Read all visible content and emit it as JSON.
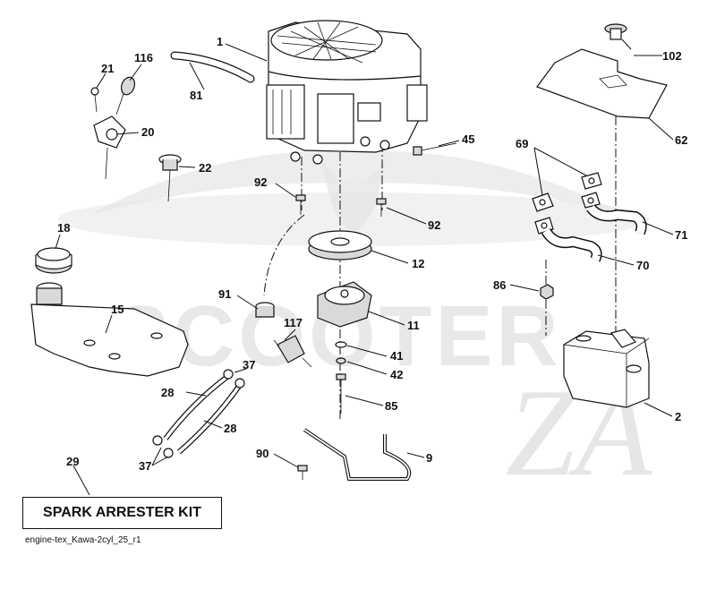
{
  "diagram": {
    "watermark": {
      "text": "SCOOTER",
      "logo": "ZA"
    },
    "kit_label": "SPARK ARRESTER KIT",
    "footer_ref": "engine-tex_Kawa-2cyl_25_r1",
    "callouts": {
      "p1": "1",
      "p102": "102",
      "p116": "116",
      "p21": "21",
      "p81": "81",
      "p20": "20",
      "p22": "22",
      "p45": "45",
      "p69": "69",
      "p62": "62",
      "p92a": "92",
      "p92b": "92",
      "p18": "18",
      "p12": "12",
      "p71": "71",
      "p70": "70",
      "p15": "15",
      "p86": "86",
      "p91": "91",
      "p11": "11",
      "p117": "117",
      "p41": "41",
      "p37a": "37",
      "p42": "42",
      "p28a": "28",
      "p85": "85",
      "p2": "2",
      "p28b": "28",
      "p29": "29",
      "p90": "90",
      "p9": "9",
      "p37b": "37"
    },
    "icons": [
      "engine",
      "flywheel-cover",
      "air-filter-hose",
      "throttle-cable",
      "choke-knob",
      "fuel-cap",
      "fuel-tank",
      "pulley",
      "electric-clutch",
      "bolt",
      "washer",
      "fuel-filter",
      "fuel-hose",
      "hose-clamp",
      "heat-shield",
      "gasket",
      "exhaust-pipe",
      "muffler",
      "nut",
      "bracket",
      "spacer"
    ]
  }
}
